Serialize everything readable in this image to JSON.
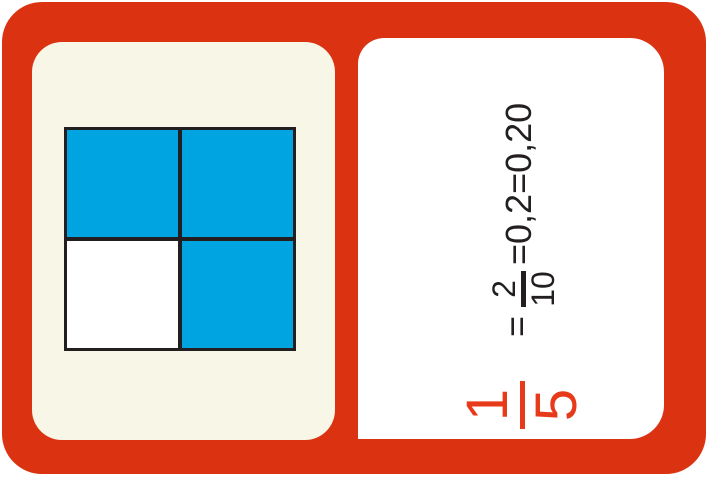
{
  "colors": {
    "frame_red": "#db3312",
    "left_panel": "#f8f6e7",
    "right_panel": "#ffffff",
    "shaded_blue": "#00a4e0",
    "grid_border": "#231f20",
    "fraction_red": "#e63a1a"
  },
  "grid": {
    "cells": [
      "shaded",
      "shaded",
      "unshaded",
      "shaded"
    ]
  },
  "equation": {
    "main_fraction": {
      "numerator": "1",
      "denominator": "5"
    },
    "equals_1": "=",
    "equivalent_fraction": {
      "numerator": "2",
      "denominator": "10"
    },
    "rest": "=0,2=0,20"
  }
}
